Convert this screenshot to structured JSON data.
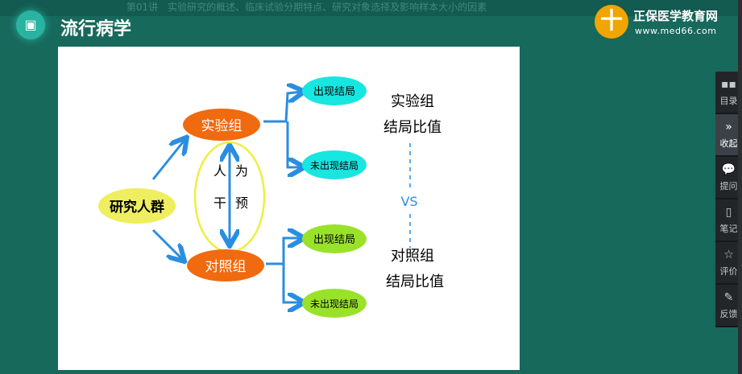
{
  "header": {
    "lecture_title": "第01讲　实验研究的概述、临床试验分期特点、研究对象选择及影响样本大小的因素",
    "course": "流行病学",
    "brand": "正保医学教育网",
    "url": "www.med66.com"
  },
  "sidebar": [
    {
      "icon": "grid-icon",
      "glyph": "▪▪",
      "label": "目录"
    },
    {
      "icon": "collapse-icon",
      "glyph": "»",
      "label": "收起"
    },
    {
      "icon": "question-icon",
      "glyph": "💬",
      "label": "提问"
    },
    {
      "icon": "note-icon",
      "glyph": "▯",
      "label": "笔记"
    },
    {
      "icon": "star-icon",
      "glyph": "☆",
      "label": "评价"
    },
    {
      "icon": "feedback-icon",
      "glyph": "✎",
      "label": "反馈"
    }
  ],
  "diagram": {
    "population": "研究人群",
    "exp_group": "实验组",
    "ctrl_group": "对照组",
    "intervention": [
      "人",
      "为",
      "干",
      "预"
    ],
    "outcome_yes": "出现结局",
    "outcome_no": "未出现结局",
    "exp_ratio_1": "实验组",
    "exp_ratio_2": "结局比值",
    "vs": "VS",
    "ctrl_ratio_1": "对照组",
    "ctrl_ratio_2": "结局比值"
  },
  "colors": {
    "orange": "#f06a10",
    "cyan": "#18e6e0",
    "green": "#9ae22a",
    "yellow": "#eeee60",
    "arrow": "#2a8ee0"
  }
}
